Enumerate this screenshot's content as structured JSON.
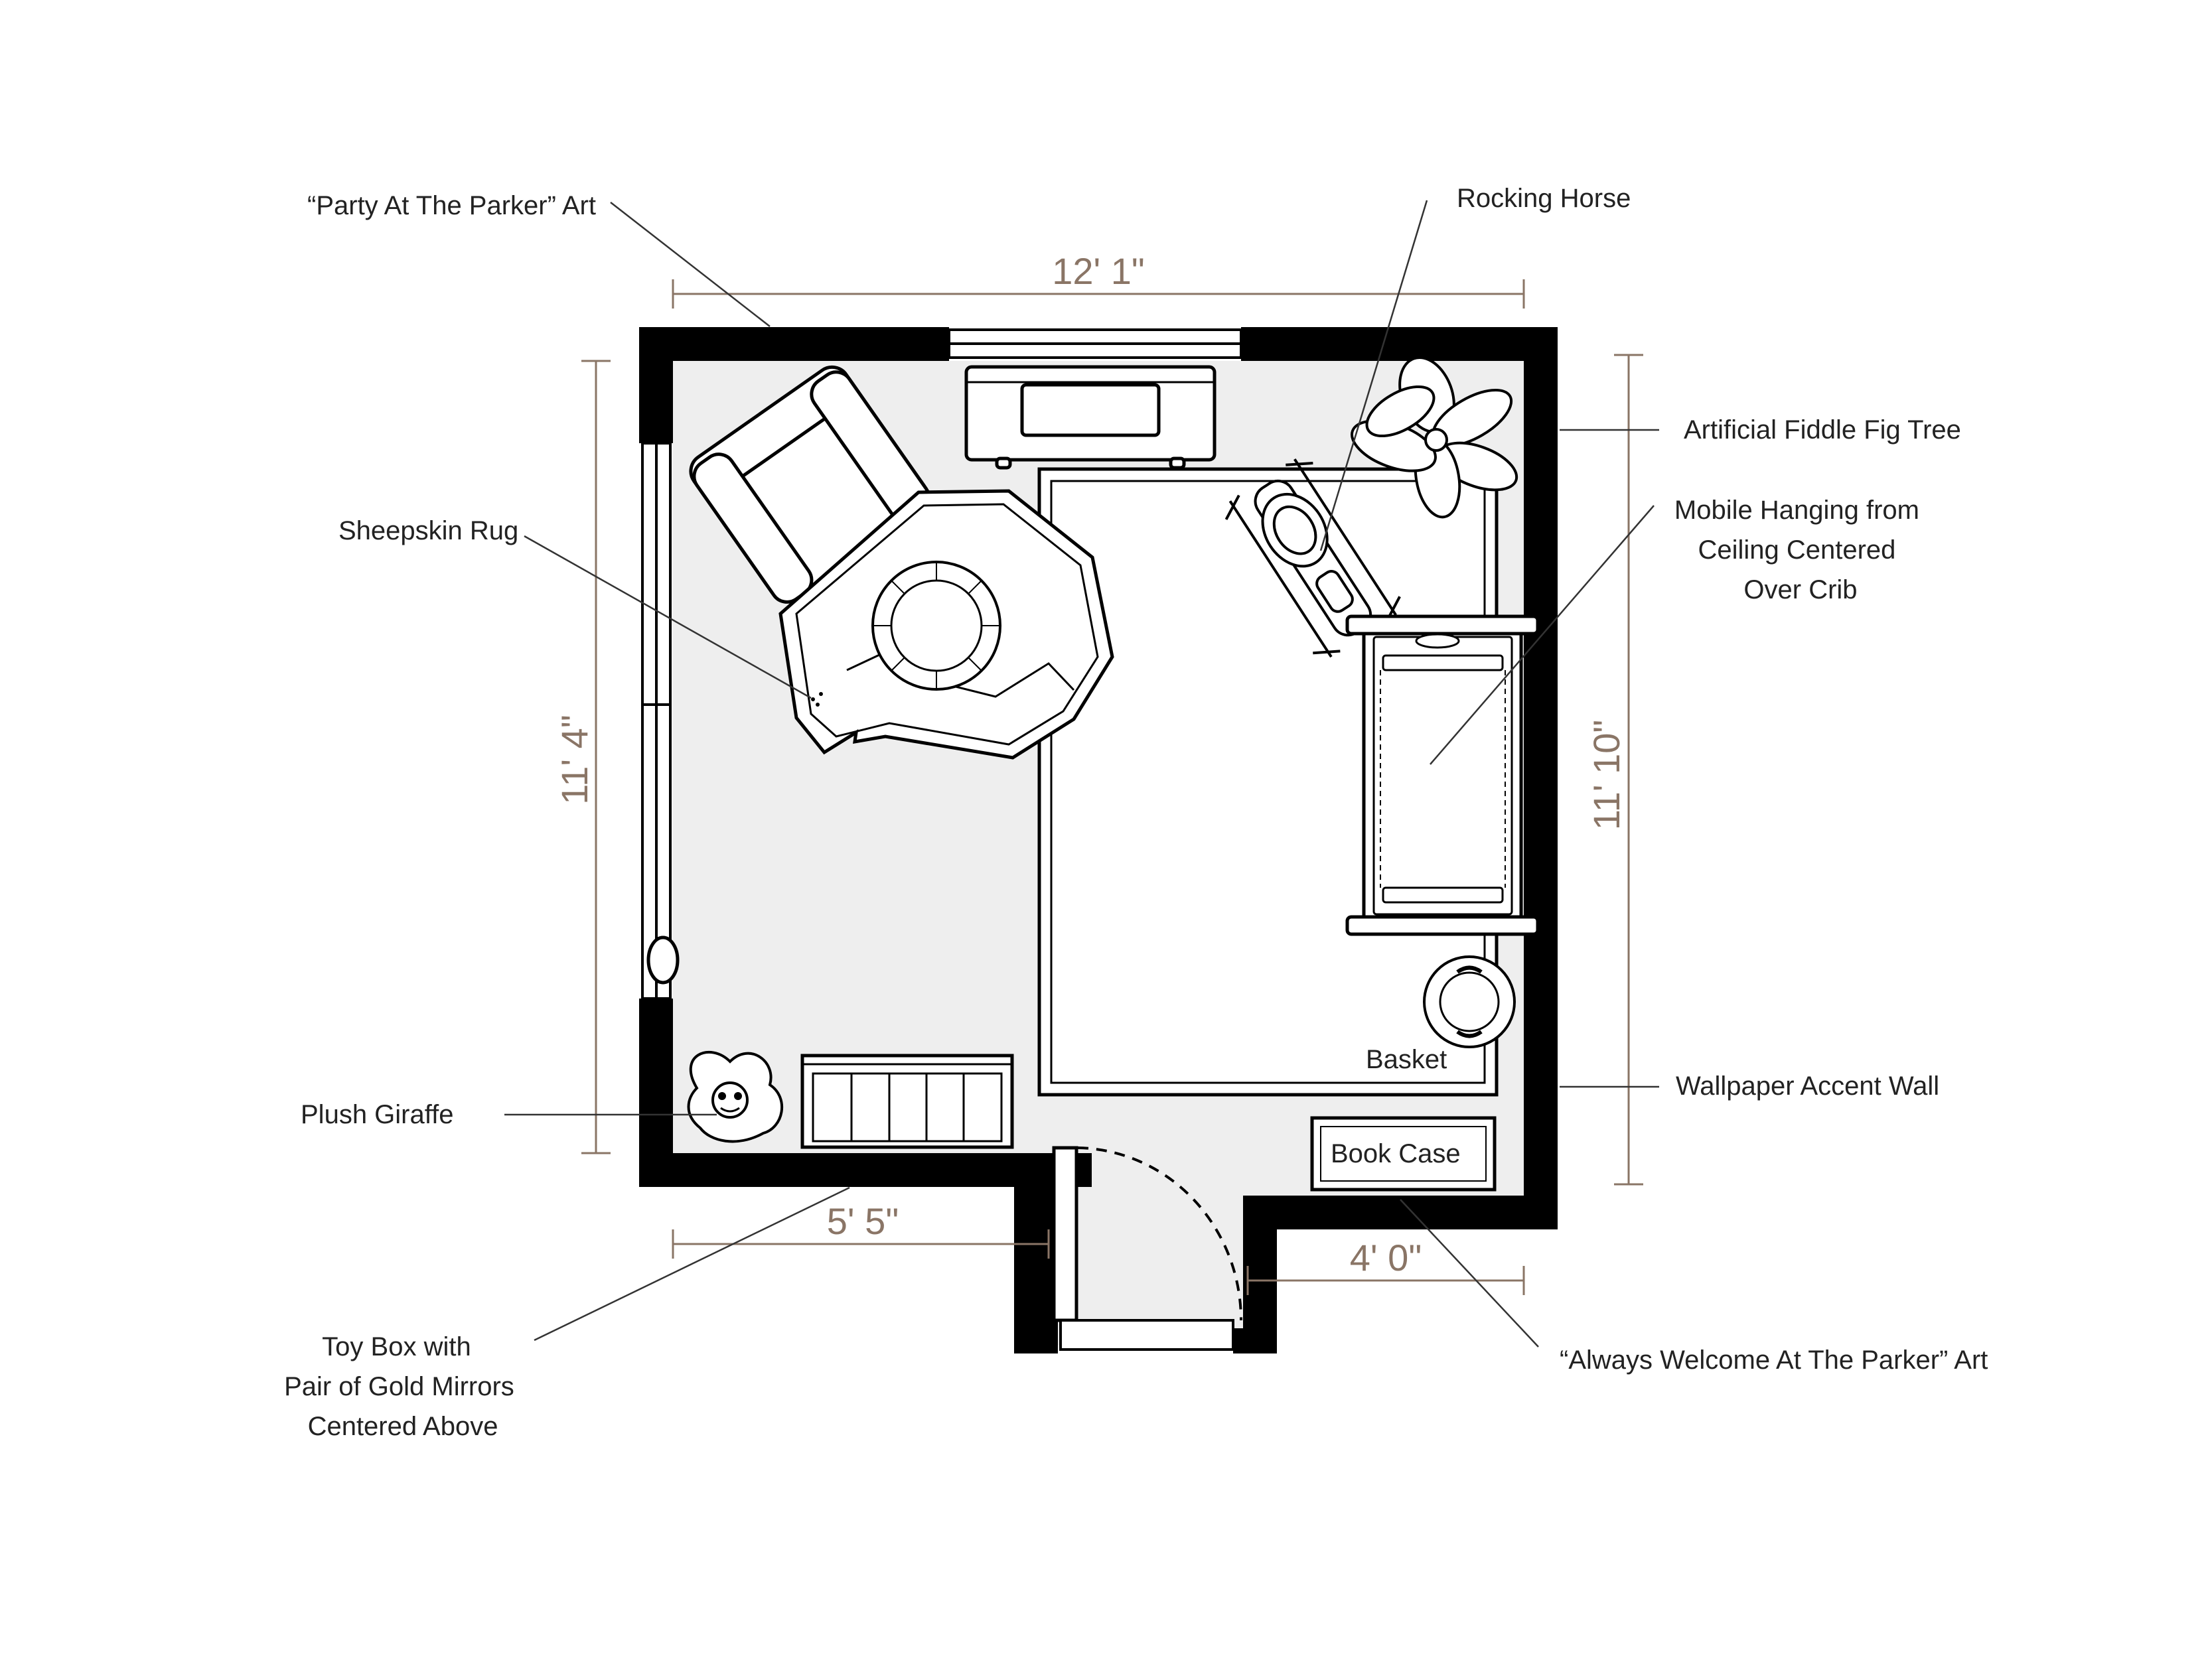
{
  "colors": {
    "wall": "#000000",
    "floor": "#eeeeee",
    "dimension": "#8a7566",
    "leader": "#555555",
    "text": "#222222"
  },
  "dimensions": {
    "top_width": "12' 1\"",
    "left_height": "11' 4\"",
    "right_height": "11' 10\"",
    "bottom_left": "5' 5\"",
    "bottom_right": "4' 0\""
  },
  "labels": {
    "party_art": "“Party At The Parker” Art",
    "rocking_horse": "Rocking Horse",
    "fiddle_fig": "Artificial Fiddle Fig Tree",
    "mobile": [
      "Mobile Hanging from",
      "Ceiling Centered",
      "Over Crib"
    ],
    "sheepskin_rug": "Sheepskin Rug",
    "plush_giraffe": "Plush Giraffe",
    "wallpaper": "Wallpaper Accent Wall",
    "toy_box": [
      "Toy Box with",
      "Pair of Gold Mirrors",
      "Centered Above"
    ],
    "welcome_art": "“Always Welcome At The Parker” Art",
    "basket": "Basket",
    "book_case": "Book Case"
  }
}
